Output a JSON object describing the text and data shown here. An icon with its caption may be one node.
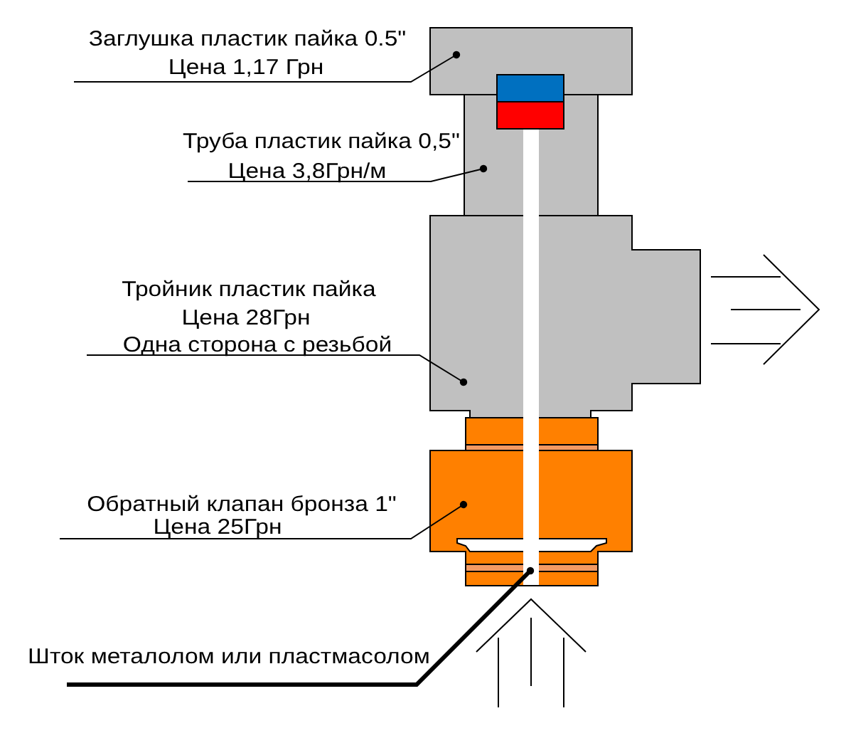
{
  "diagram": {
    "nodes": [
      {
        "text": [
          "Заглушка пластик пайка 0.5\"",
          "Цена 1,17 Грн"
        ]
      },
      {
        "text": [],
        "shape": "box"
      },
      {
        "text": [
          "Труба пластик пайка 0,5\"",
          "Цена 3,8Грн/м"
        ]
      },
      {
        "text": [],
        "shape": "box"
      },
      {
        "text": [
          "Тройник пластик пайка",
          "Цена 28Грн",
          "Одна сторона с резьбой"
        ]
      },
      {
        "text": [],
        "shape": "box"
      },
      {
        "text": [
          "Обратный клапан бронза 1\"",
          "Цена 25Грн"
        ]
      },
      {
        "text": [],
        "shape": "box"
      },
      {
        "text": [
          "Шток металолом или пластмасолом"
        ]
      },
      {
        "text": [],
        "shape": "bar"
      }
    ],
    "edges": [
      {
        "from": 0,
        "to": 1,
        "arrow": "other"
      },
      {
        "from": 2,
        "to": 3,
        "arrow": "other"
      },
      {
        "from": 4,
        "to": 5,
        "arrow": "other"
      },
      {
        "from": 6,
        "to": 7,
        "arrow": "other"
      },
      {
        "from": 8,
        "to": 9,
        "arrow": "other",
        "style": "thick"
      }
    ]
  }
}
